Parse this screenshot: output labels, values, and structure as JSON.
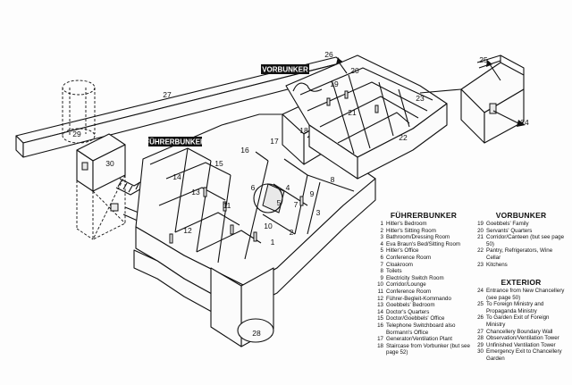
{
  "tags": {
    "vorbunker": "VORBUNKER",
    "fuhrerbunker": "FÜHRERBUNKER"
  },
  "room_numbers": [
    "1",
    "2",
    "3",
    "4",
    "5",
    "6",
    "7",
    "8",
    "9",
    "10",
    "11",
    "12",
    "13",
    "14",
    "15",
    "16",
    "17",
    "18",
    "19",
    "20",
    "21",
    "22",
    "23",
    "24",
    "25",
    "26",
    "27",
    "28",
    "29",
    "30"
  ],
  "legend": {
    "fuhrerbunker": {
      "title": "FÜHRERBUNKER",
      "items": [
        {
          "n": "1",
          "t": "Hitler's Bedroom"
        },
        {
          "n": "2",
          "t": "Hitler's Sitting Room"
        },
        {
          "n": "3",
          "t": "Bathroom/Dressing Room"
        },
        {
          "n": "4",
          "t": "Eva Braun's Bed/Sitting Room"
        },
        {
          "n": "5",
          "t": "Hitler's Office"
        },
        {
          "n": "6",
          "t": "Conference Room"
        },
        {
          "n": "7",
          "t": "Cloakroom"
        },
        {
          "n": "8",
          "t": "Toilets"
        },
        {
          "n": "9",
          "t": "Electricity Switch Room"
        },
        {
          "n": "10",
          "t": "Corridor/Lounge"
        },
        {
          "n": "11",
          "t": "Conference Room"
        },
        {
          "n": "12",
          "t": "Führer-Begleit-Kommando"
        },
        {
          "n": "13",
          "t": "Goebbels' Bedroom"
        },
        {
          "n": "14",
          "t": "Doctor's Quarters"
        },
        {
          "n": "15",
          "t": "Doctor/Goebbels' Office"
        },
        {
          "n": "16",
          "t": "Telephone Switchboard also Bormann's Office"
        },
        {
          "n": "17",
          "t": "Generator/Ventilation Plant"
        },
        {
          "n": "18",
          "t": "Staircase from Vorbunker (but see page 52)"
        }
      ]
    },
    "vorbunker": {
      "title": "VORBUNKER",
      "items": [
        {
          "n": "19",
          "t": "Goebbels' Family"
        },
        {
          "n": "20",
          "t": "Servants' Quarters"
        },
        {
          "n": "21",
          "t": "Corridor/Canteen (but see page 50)"
        },
        {
          "n": "22",
          "t": "Pantry, Refrigerators, Wine Cellar"
        },
        {
          "n": "23",
          "t": "Kitchens"
        }
      ]
    },
    "exterior": {
      "title": "EXTERIOR",
      "items": [
        {
          "n": "24",
          "t": "Entrance from New Chancellery (see page 50)"
        },
        {
          "n": "25",
          "t": "To Foreign Ministry and Propaganda Ministry"
        },
        {
          "n": "26",
          "t": "To Garden Exit of Foreign Ministry"
        },
        {
          "n": "27",
          "t": "Chancellery Boundary Wall"
        },
        {
          "n": "28",
          "t": "Observation/Ventilation Tower"
        },
        {
          "n": "29",
          "t": "Unfinished Ventilation Tower"
        },
        {
          "n": "30",
          "t": "Emergency Exit to Chancellery Garden"
        }
      ]
    }
  }
}
